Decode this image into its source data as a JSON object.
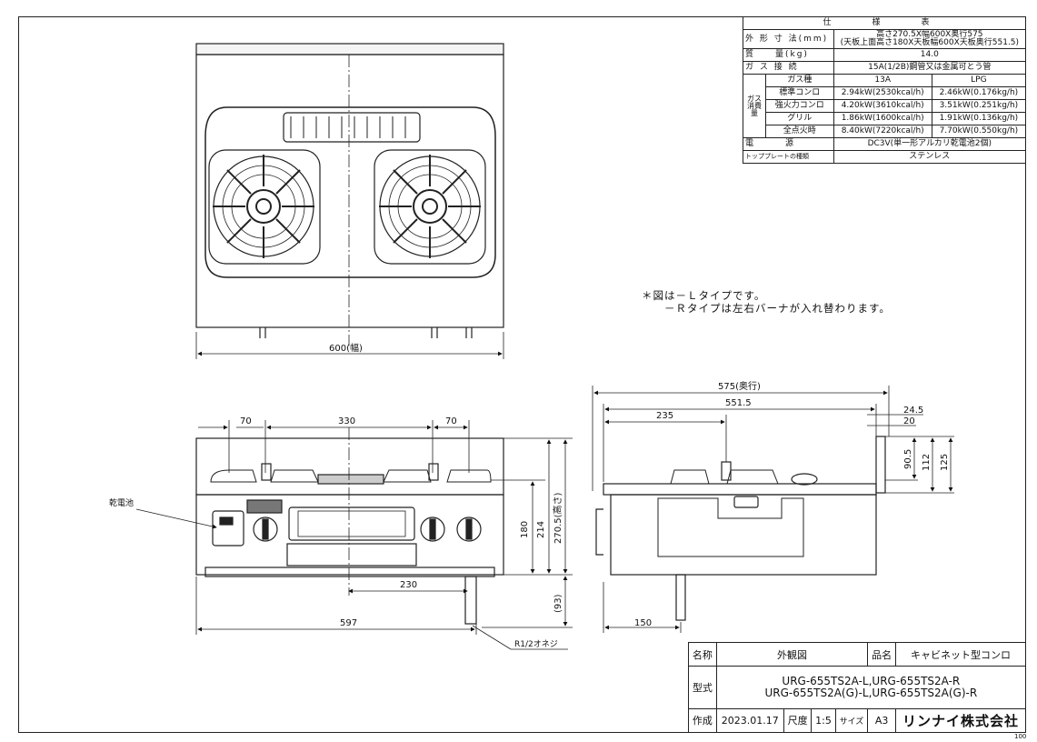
{
  "spec_table": {
    "title": "仕　様　表",
    "rows": {
      "dimensions_label": "外 形 寸 法(mm)",
      "dimensions_value": "高さ270.5X幅600X奥行575",
      "dimensions_sub": "(天板上面高さ180X天板幅600X天板奥行551.5)",
      "mass_label": "質　　量(kg)",
      "mass_value": "14.0",
      "gas_conn_label": "ガ ス 接 続",
      "gas_conn_value": "15A(1/2B)鋼管又は金属可とう管",
      "gas_type_label": "ガス種",
      "gas_13a": "13A",
      "gas_lpg": "LPG",
      "consumption_label": "ガス消費量",
      "std_label": "標準コンロ",
      "std_13a": "2.94kW(2530kcal/h)",
      "std_lpg": "2.46kW(0.176kg/h)",
      "strong_label": "強火力コンロ",
      "strong_13a": "4.20kW(3610kcal/h)",
      "strong_lpg": "3.51kW(0.251kg/h)",
      "grill_label": "グリル",
      "grill_13a": "1.86kW(1600kcal/h)",
      "grill_lpg": "1.91kW(0.136kg/h)",
      "all_label": "全点火時",
      "all_13a": "8.40kW(7220kcal/h)",
      "all_lpg": "7.70kW(0.550kg/h)",
      "power_label": "電　　　源",
      "power_value": "DC3V(単一形アルカリ乾電池2個)",
      "top_plate_label": "トッププレートの種類",
      "top_plate_value": "ステンレス"
    }
  },
  "note": {
    "line1": "＊図は－Ｌタイプです。",
    "line2": "　　－Ｒタイプは左右バーナが入れ替わります。"
  },
  "top_view": {
    "width_dim": "600(幅)"
  },
  "front_view": {
    "dim_70_left": "70",
    "dim_330": "330",
    "dim_70_right": "70",
    "dim_180": "180",
    "dim_214": "214",
    "dim_2705": "270.5(高さ)",
    "dim_93": "(93)",
    "dim_230": "230",
    "dim_597": "597",
    "battery_label": "乾電池",
    "thread_label": "R1/2オネジ"
  },
  "side_view": {
    "dim_575": "575(奥行)",
    "dim_5515": "551.5",
    "dim_235": "235",
    "dim_245": "24.5",
    "dim_20": "20",
    "dim_905": "90.5",
    "dim_112": "112",
    "dim_125": "125",
    "dim_150": "150"
  },
  "title_block": {
    "name_label": "名称",
    "name_value": "外観図",
    "product_label": "品名",
    "product_value": "キャビネット型コンロ",
    "model_label": "型式",
    "model_line1": "URG-655TS2A-L,URG-655TS2A-R",
    "model_line2": "URG-655TS2A(G)-L,URG-655TS2A(G)-R",
    "made_label": "作成",
    "date": "2023.01.17",
    "scale_label": "尺度",
    "scale": "1:5",
    "size_label": "サイズ",
    "size": "A3",
    "company": "リンナイ株式会社",
    "corner_mark": "100"
  }
}
